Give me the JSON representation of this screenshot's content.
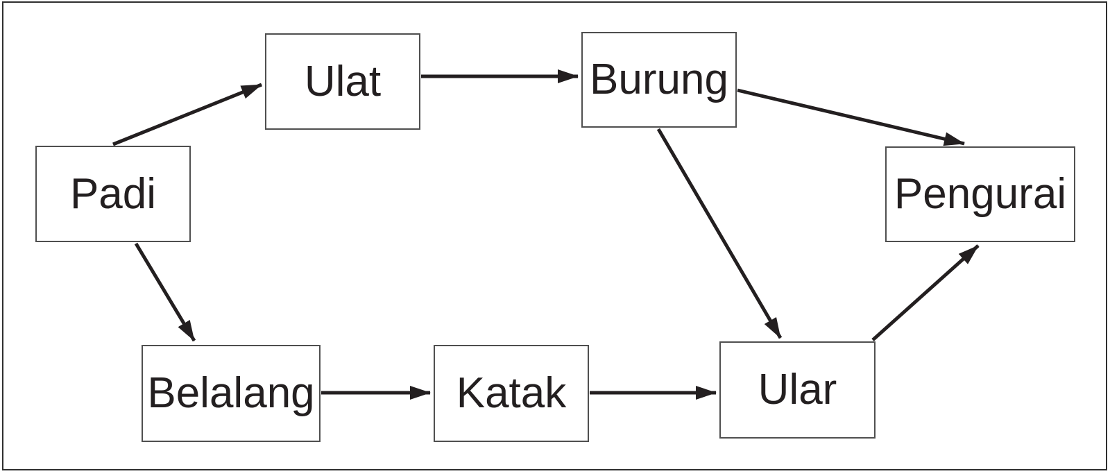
{
  "diagram": {
    "background_color": "#ffffff",
    "ink_color": "#231f20",
    "box_border_color": "#4f4f4f",
    "frame_border_color": "#2f2f2f",
    "nodes": [
      {
        "id": "padi",
        "label": "Padi"
      },
      {
        "id": "ulat",
        "label": "Ulat"
      },
      {
        "id": "burung",
        "label": "Burung"
      },
      {
        "id": "pengurai",
        "label": "Pengurai"
      },
      {
        "id": "belalang",
        "label": "Belalang"
      },
      {
        "id": "katak",
        "label": "Katak"
      },
      {
        "id": "ular",
        "label": "Ular"
      }
    ],
    "edges": [
      {
        "from": "padi",
        "to": "ulat",
        "points": [
          163,
          208,
          377,
          122
        ]
      },
      {
        "from": "padi",
        "to": "belalang",
        "points": [
          196,
          351,
          280,
          491
        ]
      },
      {
        "from": "ulat",
        "to": "burung",
        "points": [
          607,
          110,
          833,
          110
        ]
      },
      {
        "from": "burung",
        "to": "pengurai",
        "points": [
          1063,
          130,
          1390,
          207
        ]
      },
      {
        "from": "burung",
        "to": "ular",
        "points": [
          949,
          186,
          1125,
          487
        ]
      },
      {
        "from": "belalang",
        "to": "katak",
        "points": [
          463,
          566,
          620,
          566
        ]
      },
      {
        "from": "katak",
        "to": "ular",
        "points": [
          850,
          566,
          1032,
          566
        ]
      },
      {
        "from": "ular",
        "to": "pengurai",
        "points": [
          1258,
          490,
          1410,
          354
        ]
      }
    ]
  }
}
